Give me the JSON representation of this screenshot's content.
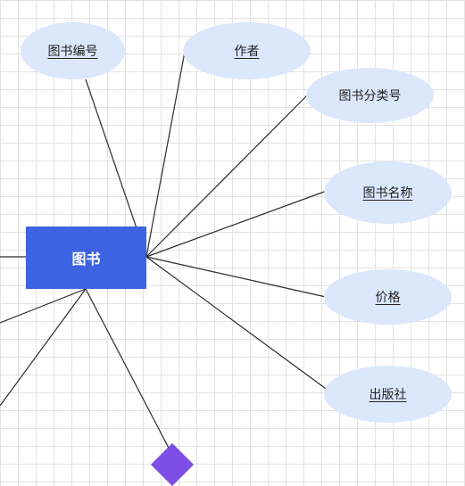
{
  "entity": {
    "label": "图书",
    "color": "#3d63e3"
  },
  "attributes": [
    {
      "id": "book-id",
      "label": "图书编号",
      "key": true
    },
    {
      "id": "author",
      "label": "作者",
      "key": false
    },
    {
      "id": "category-no",
      "label": "图书分类号",
      "key": false
    },
    {
      "id": "book-name",
      "label": "图书名称",
      "key": false
    },
    {
      "id": "price",
      "label": "价格",
      "key": false
    },
    {
      "id": "publisher",
      "label": "出版社",
      "key": false
    }
  ],
  "colors": {
    "attribute_fill": "#dbe7fb",
    "line": "#2b2b2b",
    "relationship": "#7d4fe6",
    "grid": "#e3e3e3"
  }
}
